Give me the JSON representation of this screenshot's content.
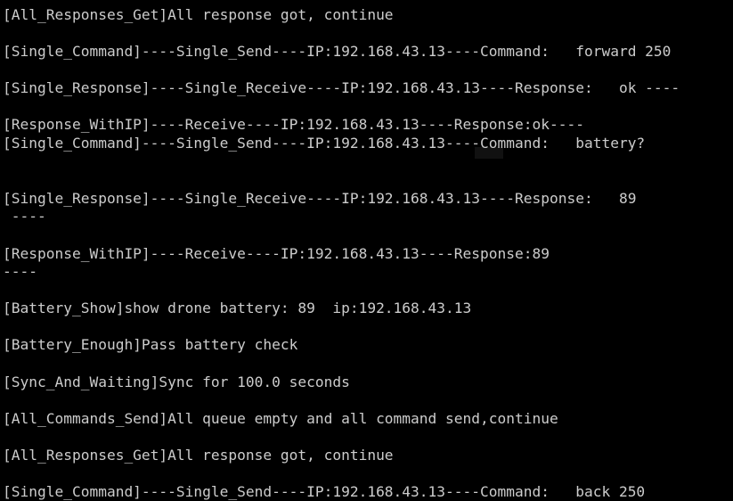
{
  "terminal": {
    "lines": [
      "[All_Responses_Get]All response got, continue",
      "[Single_Command]----Single_Send----IP:192.168.43.13----Command:   forward 250",
      "[Single_Response]----Single_Receive----IP:192.168.43.13----Response:   ok ----",
      "[Response_WithIP]----Receive----IP:192.168.43.13----Response:ok----",
      "[Single_Command]----Single_Send----IP:192.168.43.13----Command:   battery?",
      "[Single_Response]----Single_Receive----IP:192.168.43.13----Response:   89",
      " ----",
      "[Response_WithIP]----Receive----IP:192.168.43.13----Response:89",
      "----",
      "[Battery_Show]show drone battery: 89  ip:192.168.43.13",
      "[Battery_Enough]Pass battery check",
      "[Sync_And_Waiting]Sync for 100.0 seconds",
      "[All_Commands_Send]All queue empty and all command send,continue",
      "[All_Responses_Get]All response got, continue",
      "[Single_Command]----Single_Send----IP:192.168.43.13----Command:   back 250"
    ]
  },
  "colors": {
    "background": "#000000",
    "text": "#cccccc"
  }
}
